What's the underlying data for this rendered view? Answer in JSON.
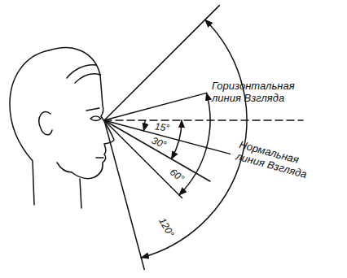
{
  "diagram": {
    "labels": [
      "Горизонтальная линия Взгляда",
      "Нормальная линия Взгляда",
      "15°",
      "30°",
      "60°",
      "120°"
    ]
  }
}
